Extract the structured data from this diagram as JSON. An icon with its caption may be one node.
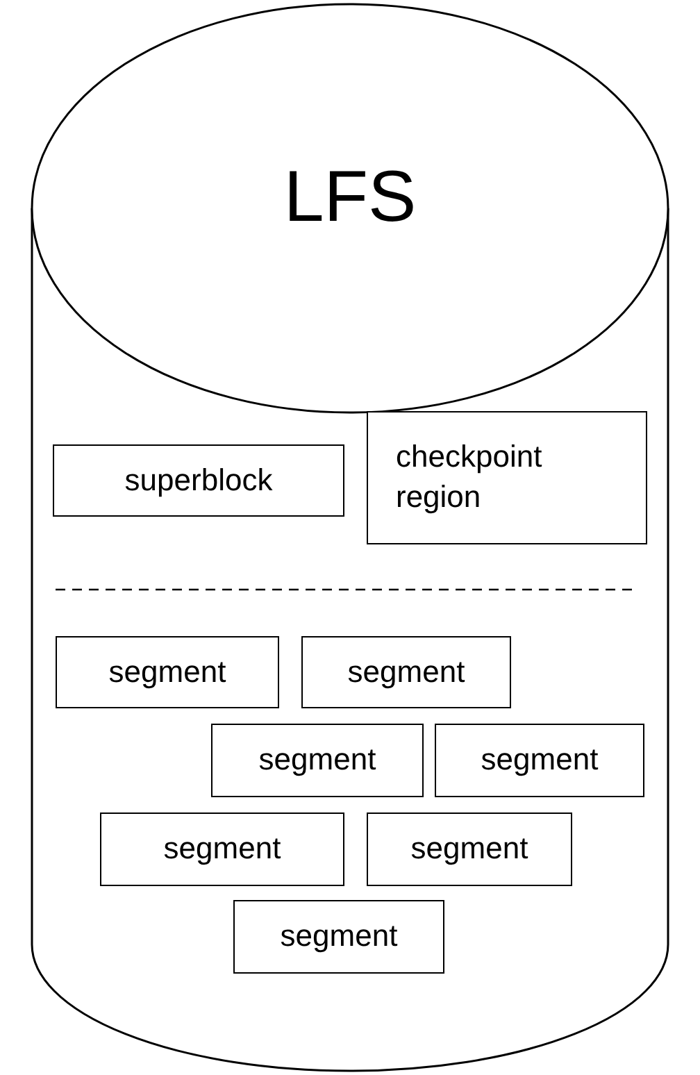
{
  "diagram": {
    "nodes": [
      {
        "text": [
          "LFS"
        ]
      },
      {
        "text": [
          "superblock"
        ],
        "in": 0
      },
      {
        "text": [
          "checkpoint region"
        ],
        "in": 0
      },
      {
        "text": [
          "segment"
        ],
        "in": 0
      },
      {
        "text": [
          "segment"
        ],
        "in": 0
      },
      {
        "text": [
          "segment"
        ],
        "in": 0
      },
      {
        "text": [
          "segment"
        ],
        "in": 0
      },
      {
        "text": [
          "segment"
        ],
        "in": 0
      },
      {
        "text": [
          "segment"
        ],
        "in": 0
      },
      {
        "text": [
          "segment"
        ],
        "in": 0
      }
    ]
  }
}
